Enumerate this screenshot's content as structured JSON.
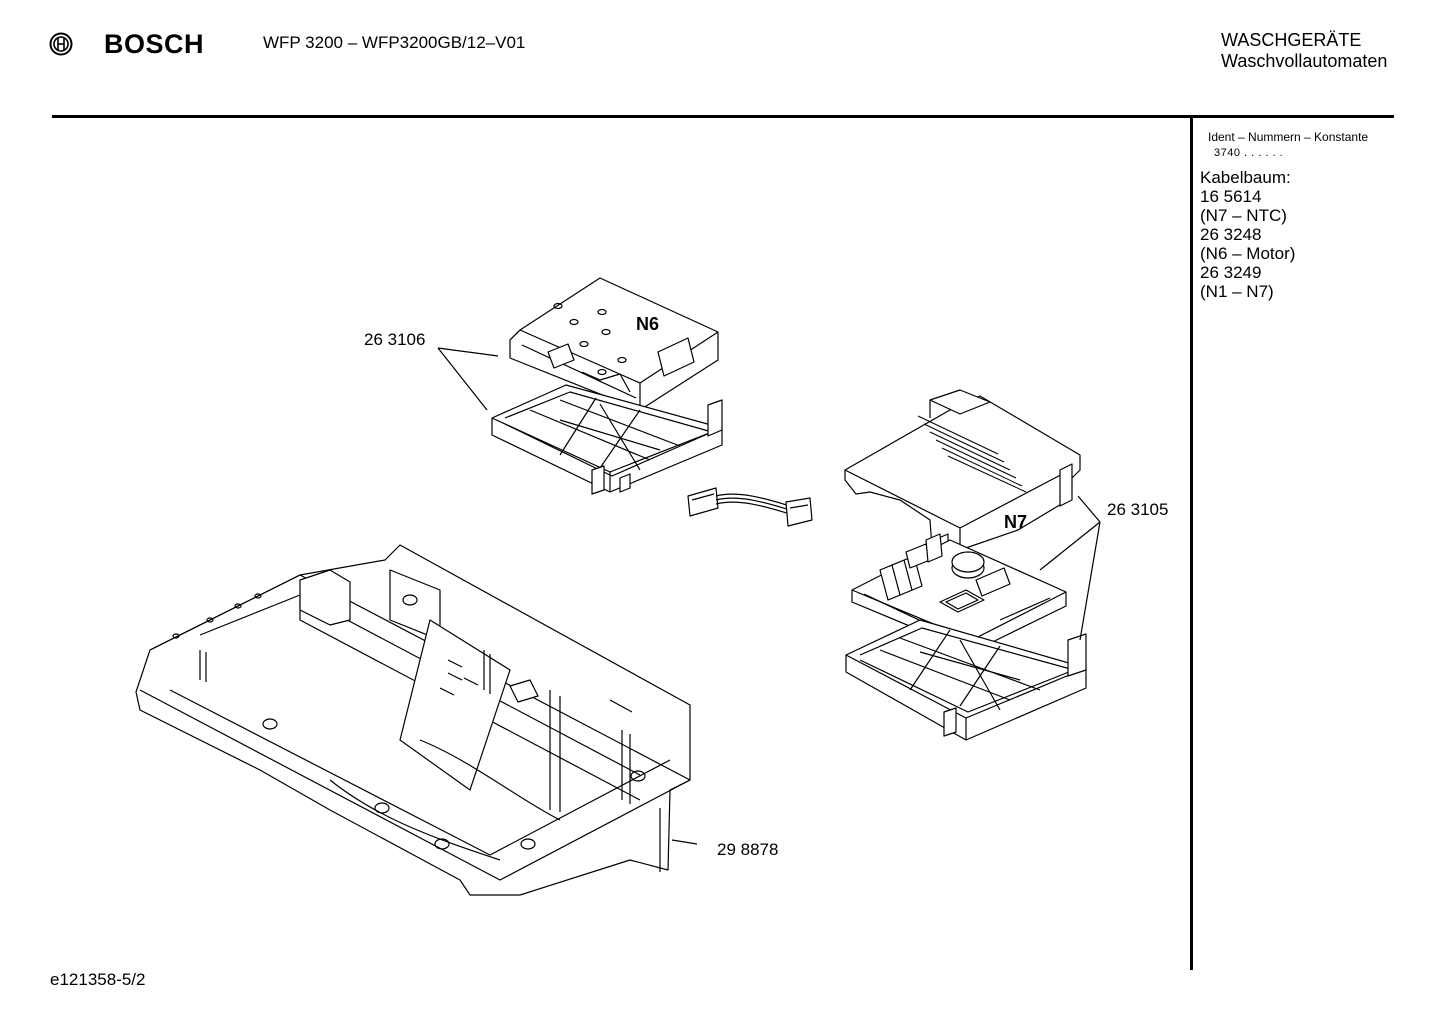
{
  "header": {
    "brand": "BOSCH",
    "model": "WFP 3200 – WFP3200GB/12–V01",
    "category_line1": "WASCHGERÄTE",
    "category_line2": "Waschvollautomaten"
  },
  "sidebar": {
    "ident_label": "Ident – Nummern – Konstante",
    "ident_value": "3740  . .    . . . .",
    "kabelbaum_title": "Kabelbaum:",
    "kabelbaum_entries": [
      "16 5614",
      "(N7 – NTC)",
      "26 3248",
      "(N6 – Motor)",
      "26 3249",
      "(N1 – N7)"
    ]
  },
  "diagram": {
    "part_labels": [
      "26 3106",
      "26 3105",
      "29 8878"
    ],
    "module_labels": [
      "N6",
      "N7"
    ]
  },
  "footer": {
    "drawing_code": "e121358-5/2"
  }
}
